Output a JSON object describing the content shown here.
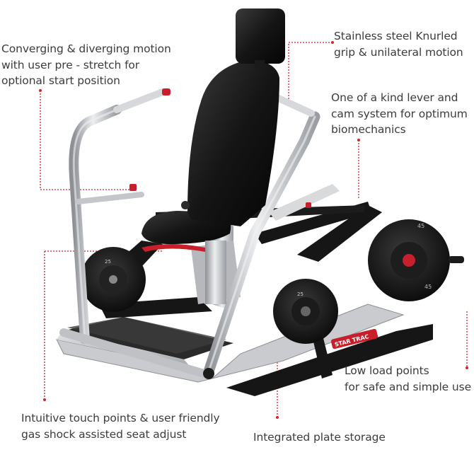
{
  "callouts": {
    "motion": {
      "line1": "Converging & diverging motion",
      "line2": "with user pre - stretch for",
      "line3": "optional start position"
    },
    "grip": {
      "line1": "Stainless steel Knurled",
      "line2": "grip & unilateral motion"
    },
    "lever": {
      "line1": "One of a kind lever and",
      "line2": "cam system for optimum",
      "line3": "biomechanics"
    },
    "load": {
      "line1": "Low load points",
      "line2": "for safe and simple use"
    },
    "touch": {
      "line1": "Intuitive touch points & user friendly",
      "line2": "gas shock assisted seat adjust"
    },
    "storage": {
      "line1": "Integrated plate storage"
    }
  },
  "machine": {
    "brand_logo": "STAR TRAC",
    "plate_labels": [
      "25",
      "45"
    ]
  },
  "colors": {
    "text": "#3c3c3c",
    "leader": "#d4252a",
    "frame": "#c4c6c9",
    "upholstery": "#161616",
    "accent": "#c8202a"
  }
}
